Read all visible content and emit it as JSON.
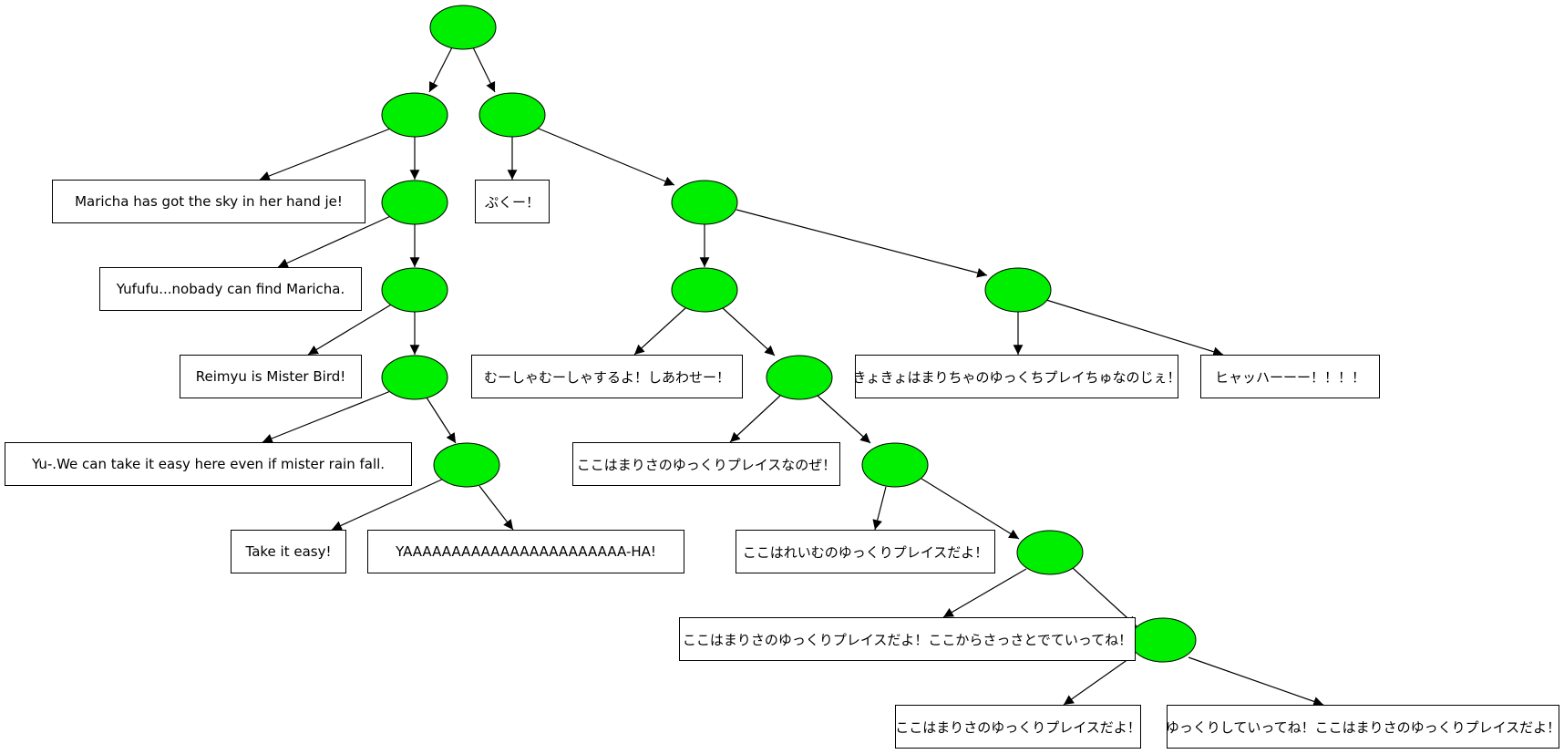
{
  "diagram": {
    "type": "tree",
    "node_color": "#00ee00",
    "labels": [
      "Maricha has got the sky in her hand je!",
      "Yufufu...nobady can find Maricha.",
      "Reimyu is Mister Bird!",
      "Yu-.We can take it easy here even if mister rain fall.",
      "Take it easy!",
      "YAAAAAAAAAAAAAAAAAAAAAAA-HA!",
      "ぷくー！",
      "むーしゃむーしゃするよ！しあわせー！",
      "きょきょはまりちゃのゆっくちプレイちゅなのじぇ！",
      "ヒャッハーーー！！！！",
      "ここはまりさのゆっくりプレイスなのぜ！",
      "ここはれいむのゆっくりプレイスだよ！",
      "ここはまりさのゆっくりプレイスだよ！ここからさっさとでていってね！",
      "ここはまりさのゆっくりプレイスだよ！",
      "ゆっくりしていってね！ここはまりさのゆっくりプレイスだよ！"
    ]
  }
}
